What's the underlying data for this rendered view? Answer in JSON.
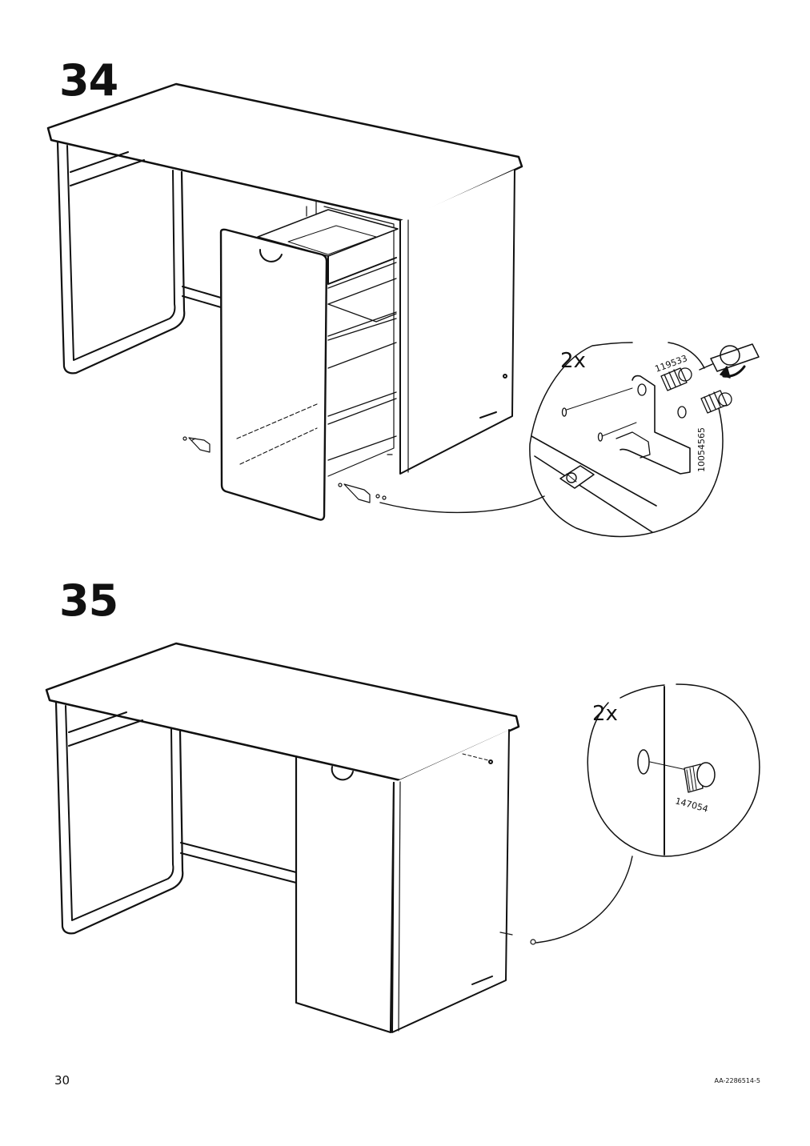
{
  "page": {
    "page_number": "30",
    "document_code": "AA-2286514-5"
  },
  "steps": [
    {
      "number": "34",
      "quantity": "2x",
      "part_ids": [
        "119533",
        "10054565"
      ]
    },
    {
      "number": "35",
      "quantity": "2x",
      "part_ids": [
        "147054"
      ]
    }
  ],
  "colors": {
    "ink": "#111111",
    "background": "#ffffff"
  }
}
